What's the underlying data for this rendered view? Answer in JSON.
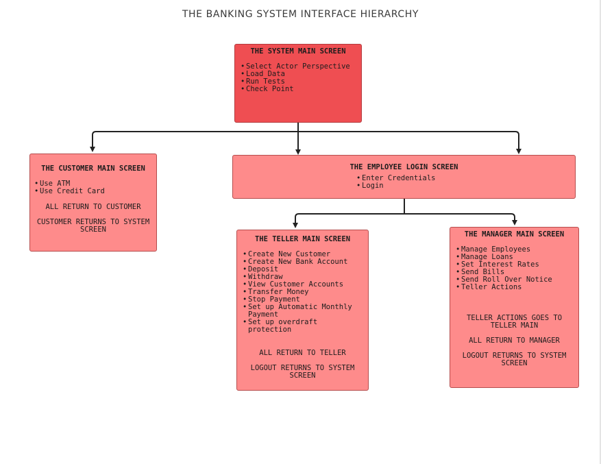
{
  "title": "THE BANKING SYSTEM INTERFACE HIERARCHY",
  "colors": {
    "system_box": "#ef4e52",
    "screen_box": "#fe8b8b",
    "box_border": "#b54c4c",
    "connector": "#222222"
  },
  "system": {
    "title": "THE SYSTEM MAIN SCREEN",
    "items": [
      "Select Actor Perspective",
      "Load Data",
      "Run Tests",
      "Check Point"
    ]
  },
  "customer": {
    "title": "THE CUSTOMER MAIN SCREEN",
    "items": [
      "Use ATM",
      "Use Credit Card"
    ],
    "note1": "ALL RETURN TO CUSTOMER",
    "note2": "CUSTOMER RETURNS TO SYSTEM SCREEN"
  },
  "employee": {
    "title": "THE EMPLOYEE LOGIN SCREEN",
    "items": [
      "Enter Credentials",
      "Login"
    ]
  },
  "teller": {
    "title": "THE TELLER MAIN SCREEN",
    "items": [
      "Create New Customer",
      "Create New Bank Account",
      "Deposit",
      "Withdraw",
      "View Customer Accounts",
      "Transfer Money",
      "Stop Payment",
      "Set up Automatic Monthly Payment",
      "Set up overdraft protection"
    ],
    "note1": "ALL RETURN TO TELLER",
    "note2": "LOGOUT RETURNS TO SYSTEM SCREEN"
  },
  "manager": {
    "title": "THE MANAGER MAIN SCREEN",
    "items": [
      "Manage Employees",
      "Manage Loans",
      "Set Interest Rates",
      "Send Bills",
      "Send Roll Over Notice",
      "Teller Actions"
    ],
    "note1": "TELLER ACTIONS GOES TO TELLER MAIN",
    "note2": "ALL RETURN TO MANAGER",
    "note3": "LOGOUT RETURNS TO SYSTEM SCREEN"
  }
}
